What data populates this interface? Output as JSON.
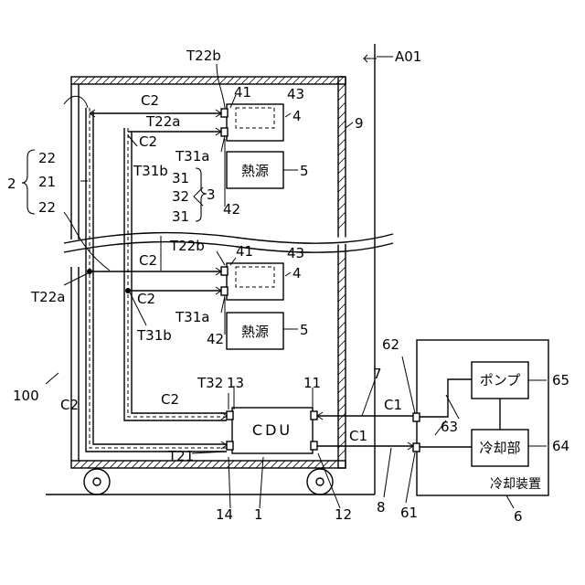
{
  "labels": {
    "l_A01": "A01",
    "l_9": "9",
    "l_T22b_top": "T22b",
    "l_41_top": "41",
    "l_43_top": "43",
    "l_4_top": "4",
    "l_C2_top1": "C2",
    "l_T22a_top": "T22a",
    "l_C2_top2": "C2",
    "l_T31a_top": "T31a",
    "l_5_top": "5",
    "l_T31b_top": "T31b",
    "l_31_top": "31",
    "l_32": "32",
    "l_31_mid": "31",
    "l_3": "3",
    "l_42_top": "42",
    "l_22_top": "22",
    "l_21": "21",
    "l_22_bot": "22",
    "l_2": "2",
    "l_T22b_bot": "T22b",
    "l_41_bot": "41",
    "l_43_bot": "43",
    "l_4_bot": "4",
    "l_C2_mid1": "C2",
    "l_T22a_bot": "T22a",
    "l_C2_mid2": "C2",
    "l_T31a_bot": "T31a",
    "l_T31b_bot": "T31b",
    "l_42_bot": "42",
    "l_5_bot": "5",
    "l_100": "100",
    "l_C2_left": "C2",
    "l_T32": "T32",
    "l_13": "13",
    "l_11": "11",
    "l_C2_cdu": "C2",
    "l_T21": "T21",
    "l_14": "14",
    "l_1": "1",
    "l_12": "12",
    "l_7": "7",
    "l_C1_top": "C1",
    "l_C1_bot": "C1",
    "l_8": "8",
    "l_62": "62",
    "l_61": "61",
    "l_63": "63",
    "l_65": "65",
    "l_64": "64",
    "l_6": "6"
  },
  "boxes": {
    "heat_source_top": "熱源",
    "heat_source_bot": "熱源",
    "cdu": "CDU",
    "pump": "ポンプ",
    "cooling_unit": "冷却部",
    "cooling_device": "冷却装置"
  }
}
